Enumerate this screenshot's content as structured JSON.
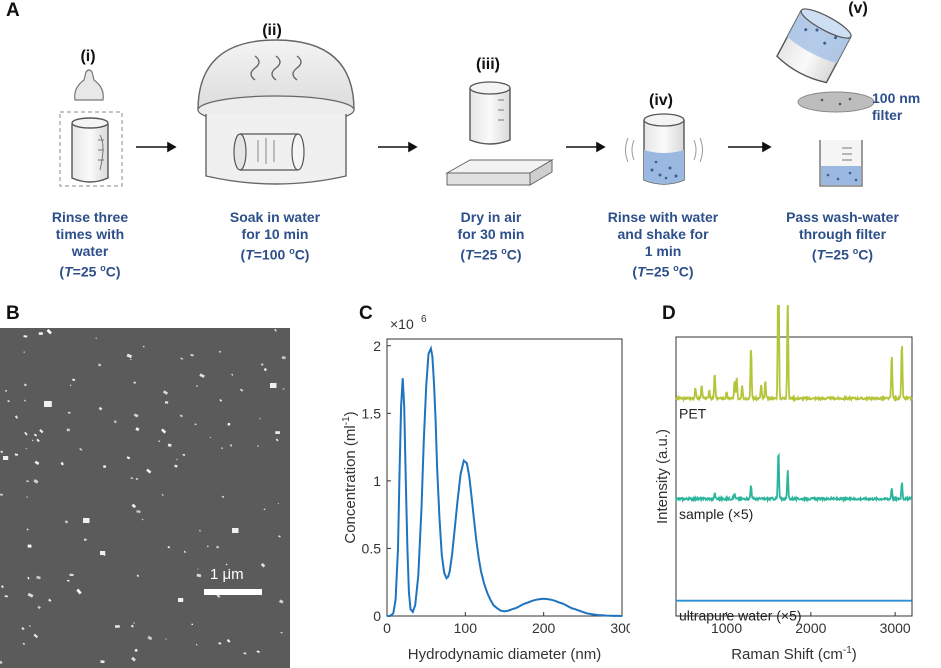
{
  "panel_a": {
    "letter": "A",
    "steps": [
      {
        "label": "(i)",
        "line1": "Rinse three",
        "line2": "times with",
        "line3": "water",
        "cond_T": "T",
        "cond_rest": "=25 ",
        "cond_o": "o",
        "cond_unit": "C)"
      },
      {
        "label": "(ii)",
        "line1": "Soak in water",
        "line2": "for 10 min",
        "cond_T": "T",
        "cond_rest": "=100 ",
        "cond_o": "o",
        "cond_unit": "C)"
      },
      {
        "label": "(iii)",
        "line1": "Dry in air",
        "line2": "for 30 min",
        "cond_T": "T",
        "cond_rest": "=25 ",
        "cond_o": "o",
        "cond_unit": "C)"
      },
      {
        "label": "(iv)",
        "line1": "Rinse with water",
        "line2": "and shake for",
        "line3": "1  min",
        "cond_T": "T",
        "cond_rest": "=25 ",
        "cond_o": "o",
        "cond_unit": "C)"
      },
      {
        "label": "(v)",
        "line1": "Pass wash-water",
        "line2": "through filter",
        "cond_T": "T",
        "cond_rest": "=25 ",
        "cond_o": "o",
        "cond_unit": "C)"
      }
    ],
    "filter_label_1": "100 nm",
    "filter_label_2": "filter"
  },
  "panel_b": {
    "letter": "B",
    "scalebar": "1 μm"
  },
  "chart_data": [
    {
      "panel": "C",
      "type": "line",
      "xlabel": "Hydrodynamic diameter (nm)",
      "ylabel": "Concentration (ml",
      "ylabel_sup": "-1",
      "ylabel_end": ")",
      "y_multiplier": "×10",
      "y_multiplier_exp": "6",
      "xlim": [
        0,
        300
      ],
      "ylim": [
        0,
        2.05
      ],
      "xticks": [
        0,
        100,
        200,
        300
      ],
      "yticks": [
        0,
        0.5,
        1,
        1.5,
        2
      ],
      "ytick_labels": [
        "0",
        "0.5",
        "1",
        "1.5",
        "2"
      ],
      "color": "#1f74bf",
      "series": [
        {
          "x": [
            0,
            4,
            8,
            11,
            14,
            16,
            18,
            20,
            22,
            24,
            26,
            28,
            30,
            33,
            36,
            40,
            44,
            47,
            50,
            53,
            56,
            58,
            60,
            62,
            64,
            67,
            70,
            73,
            76,
            78,
            80,
            83,
            86,
            90,
            94,
            98,
            102,
            105,
            108,
            111,
            114,
            117,
            120,
            124,
            128,
            132,
            136,
            140,
            145,
            150,
            155,
            160,
            165,
            170,
            175,
            180,
            185,
            190,
            195,
            200,
            205,
            210,
            215,
            220,
            225,
            230,
            235,
            240,
            245,
            250,
            255,
            260,
            265,
            270,
            275,
            280,
            285,
            290,
            295,
            300
          ],
          "y": [
            0.0,
            0.0,
            0.02,
            0.12,
            0.5,
            1.05,
            1.55,
            1.76,
            1.55,
            1.0,
            0.5,
            0.18,
            0.05,
            0.03,
            0.08,
            0.3,
            0.8,
            1.3,
            1.7,
            1.94,
            1.98,
            1.92,
            1.72,
            1.45,
            1.1,
            0.72,
            0.45,
            0.32,
            0.28,
            0.29,
            0.33,
            0.45,
            0.62,
            0.85,
            1.05,
            1.15,
            1.13,
            1.03,
            0.88,
            0.72,
            0.56,
            0.43,
            0.33,
            0.24,
            0.17,
            0.12,
            0.08,
            0.06,
            0.04,
            0.035,
            0.04,
            0.05,
            0.06,
            0.075,
            0.09,
            0.1,
            0.112,
            0.12,
            0.125,
            0.127,
            0.125,
            0.12,
            0.112,
            0.1,
            0.09,
            0.075,
            0.06,
            0.05,
            0.04,
            0.03,
            0.02,
            0.015,
            0.01,
            0.007,
            0.005,
            0.003,
            0.002,
            0.001,
            0.001,
            0.0
          ]
        }
      ]
    },
    {
      "panel": "D",
      "type": "line",
      "xlabel": "Raman Shift (cm",
      "xlabel_sup": "-1",
      "xlabel_end": ")",
      "ylabel": "Intensity (a.u.)",
      "xlim": [
        400,
        3200
      ],
      "xticks": [
        1000,
        2000,
        3000
      ],
      "series": [
        {
          "name": "PET",
          "color": "#b5c53a",
          "baseline": 0.78,
          "scale": 1.0,
          "peaks": [
            [
              630,
              0.04
            ],
            [
              705,
              0.05
            ],
            [
              795,
              0.03
            ],
            [
              860,
              0.09
            ],
            [
              1000,
              0.02
            ],
            [
              1095,
              0.06
            ],
            [
              1120,
              0.07
            ],
            [
              1185,
              0.05
            ],
            [
              1290,
              0.18
            ],
            [
              1410,
              0.05
            ],
            [
              1460,
              0.06
            ],
            [
              1615,
              0.58
            ],
            [
              1725,
              0.36
            ],
            [
              2960,
              0.16
            ],
            [
              3080,
              0.2
            ]
          ]
        },
        {
          "name": "sample (×5)",
          "color": "#2bb59c",
          "baseline": 0.42,
          "scale": 1.0,
          "peaks": [
            [
              860,
              0.02
            ],
            [
              1095,
              0.02
            ],
            [
              1290,
              0.05
            ],
            [
              1615,
              0.17
            ],
            [
              1725,
              0.1
            ],
            [
              2960,
              0.04
            ],
            [
              3080,
              0.06
            ]
          ]
        },
        {
          "name": "ultrapure water (×5)",
          "color": "#2a8fd6",
          "baseline": 0.055,
          "scale": 1.0,
          "peaks": []
        }
      ]
    }
  ]
}
